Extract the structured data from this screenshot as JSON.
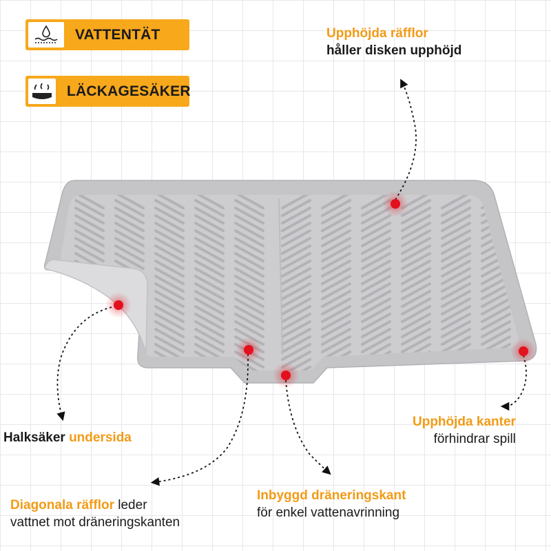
{
  "badges": {
    "waterproof": {
      "label": "VATTENTÄT",
      "icon": "water-drop-icon"
    },
    "leakproof": {
      "label": "LÄCKAGESÄKER",
      "icon": "leak-splash-icon"
    }
  },
  "callouts": {
    "raised_ridges": {
      "highlight": "Upphöjda räfflor",
      "text": "håller disken upphöjd"
    },
    "raised_edges": {
      "highlight": "Upphöjda kanter",
      "text": "förhindrar spill"
    },
    "non_slip": {
      "text": "Halksäker",
      "highlight": "undersida"
    },
    "diagonal_ridges": {
      "highlight": "Diagonala räfflor",
      "text": "leder",
      "text2": "vattnet mot dräneringskanten"
    },
    "drain_edge": {
      "highlight": "Inbyggd dräneringskant",
      "text": "för enkel vattenavrinning"
    }
  },
  "colors": {
    "accent": "#f7a81b",
    "highlight_text": "#f29b16",
    "marker": "#e3101d",
    "mat": "#c9c9cc"
  }
}
